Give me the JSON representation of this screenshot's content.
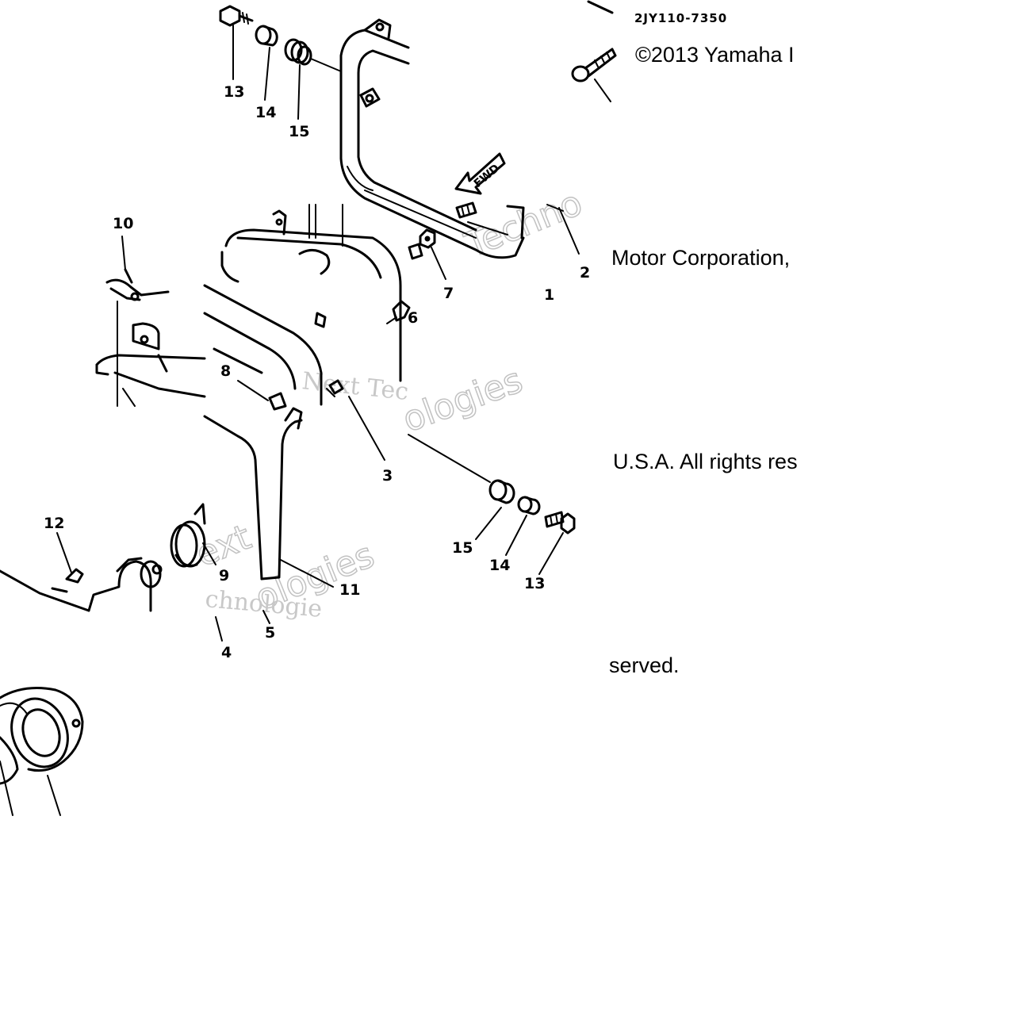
{
  "diagram": {
    "part_code": "2JY110-7350",
    "copyright": {
      "line1": "©2013 Yamaha I",
      "line2": "Motor Corporation,",
      "line3": "U.S.A. All rights res",
      "line4": "served."
    },
    "fwd_label": "FWD",
    "watermarks": [
      "Techno",
      "Next Tec",
      "ologies",
      "ext",
      "ologies",
      "chnologie"
    ],
    "callouts": [
      "13",
      "14",
      "15",
      "10",
      "7",
      "1",
      "2",
      "6",
      "8",
      "3",
      "12",
      "9",
      "11",
      "4",
      "5",
      "15",
      "14",
      "13"
    ]
  }
}
